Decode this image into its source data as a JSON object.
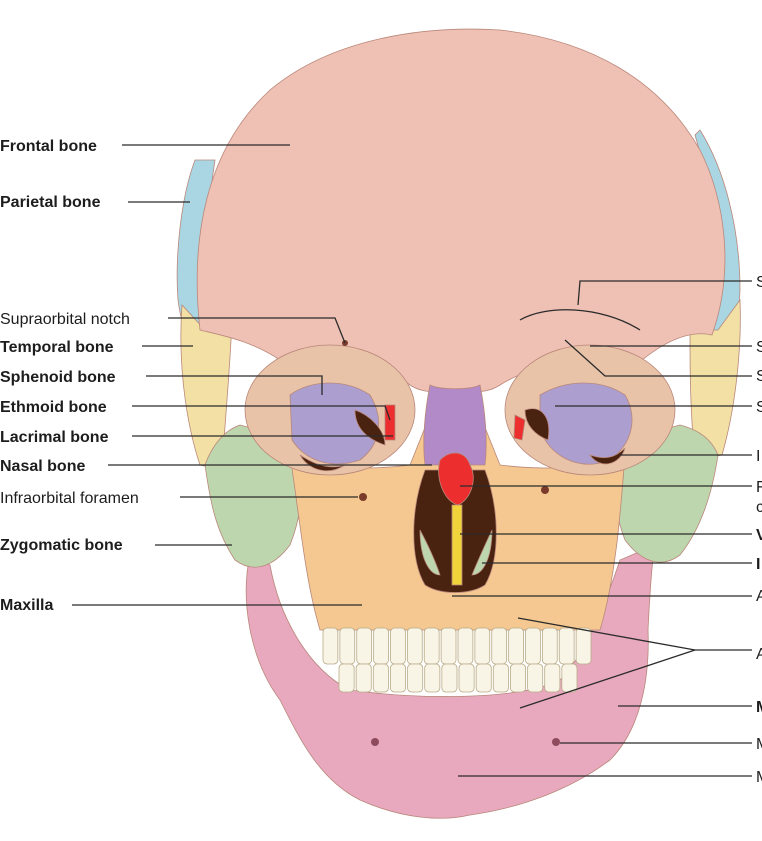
{
  "colors": {
    "frontal": "#efc0b4",
    "parietal": "#a9d6e2",
    "temporal": "#f2e0a5",
    "sphenoid": "#ac9ecf",
    "ethmoid": "#ec2e2e",
    "lacrimal": "#e9c3a8",
    "nasal": "#b18ac7",
    "zygomatic": "#bed6ae",
    "maxilla": "#f4c890",
    "mandible": "#e8a9bf",
    "vomer": "#f0d33a",
    "orbit_dark": "#4a2210"
  },
  "labels_left": [
    {
      "text": "Frontal bone",
      "bold": true
    },
    {
      "text": "Parietal bone",
      "bold": true
    },
    {
      "text": "Supraorbital notch",
      "bold": false
    },
    {
      "text": "Temporal bone",
      "bold": true
    },
    {
      "text": "Sphenoid bone",
      "bold": true
    },
    {
      "text": "Ethmoid bone",
      "bold": true
    },
    {
      "text": "Lacrimal bone",
      "bold": true
    },
    {
      "text": "Nasal bone",
      "bold": true
    },
    {
      "text": "Infraorbital foramen",
      "bold": false
    },
    {
      "text": "Zygomatic bone",
      "bold": true
    },
    {
      "text": "Maxilla",
      "bold": true
    }
  ],
  "labels_right": [
    {
      "text": "S",
      "bold": false
    },
    {
      "text": "S",
      "bold": false
    },
    {
      "text": "S",
      "bold": false
    },
    {
      "text": "S",
      "bold": false
    },
    {
      "text": "I",
      "bold": false
    },
    {
      "text": "F",
      "bold": false
    },
    {
      "text": "c",
      "bold": false
    },
    {
      "text": "V",
      "bold": true
    },
    {
      "text": "I",
      "bold": true
    },
    {
      "text": "A",
      "bold": false
    },
    {
      "text": "A",
      "bold": false
    },
    {
      "text": "M",
      "bold": true
    },
    {
      "text": "M",
      "bold": false
    },
    {
      "text": "M",
      "bold": false
    }
  ]
}
